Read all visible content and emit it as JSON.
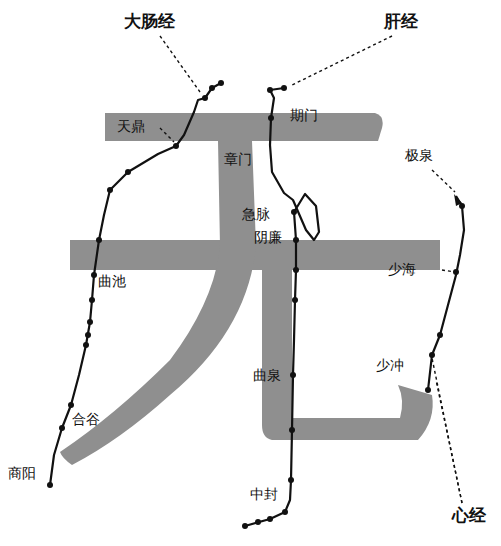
{
  "diagram": {
    "labels": [
      "大肠经",
      "肝经",
      "天鼎",
      "期门",
      "章门",
      "极泉",
      "急脉",
      "阴廉",
      "曲池",
      "少海",
      "曲泉",
      "少冲",
      "合谷",
      "商阳",
      "中封",
      "心经"
    ]
  }
}
